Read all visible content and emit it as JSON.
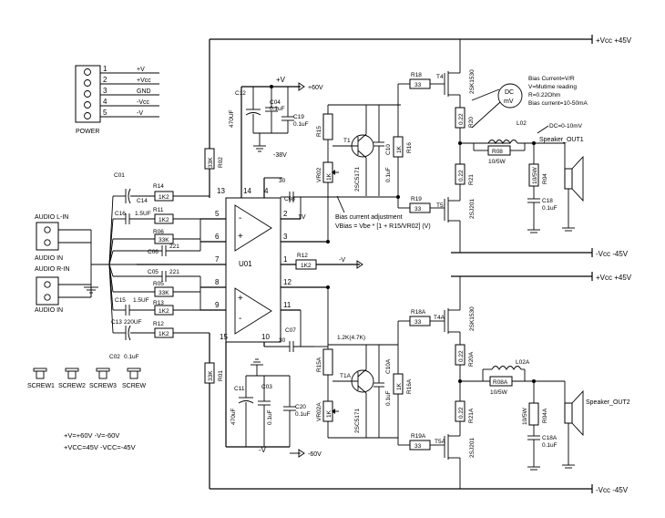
{
  "power_connector": {
    "title": "POWER",
    "pins": [
      {
        "num": "1",
        "label": "+V"
      },
      {
        "num": "2",
        "label": "+Vcc"
      },
      {
        "num": "3",
        "label": "GND"
      },
      {
        "num": "4",
        "label": "-Vcc"
      },
      {
        "num": "5",
        "label": "-V"
      }
    ]
  },
  "rails": {
    "vcc_pos_top": "+Vcc +45V",
    "vcc_neg_top": "-Vcc -45V",
    "vcc_pos_bot": "+Vcc +45V",
    "vcc_neg_bot": "-Vcc -45V",
    "v_pos": "+V",
    "v_pos_value": "+60V",
    "v_neg": "-V",
    "v_neg_value": "-60V",
    "v38": "-38V",
    "v12_in": "-V",
    "pin2_1v": "1V"
  },
  "inputs": {
    "audio_l_in": "AUDIO L-IN",
    "audio_in_1": "AUDIO IN",
    "audio_r_in": "AUDIO R-IN",
    "audio_in_2": "AUDIO IN"
  },
  "ic": {
    "ref": "U01",
    "pins": [
      "13",
      "14",
      "4",
      "5",
      "2",
      "6",
      "3",
      "7",
      "8",
      "12",
      "9",
      "11",
      "15",
      "10",
      "1"
    ],
    "minus": "-",
    "plus": "+"
  },
  "components_top": {
    "c01": "C01",
    "c14": "C14",
    "r14": "R14",
    "r14v": "1K2",
    "c16": "C16",
    "c16v": "1.5UF",
    "r11": "R11",
    "r11v": "1K2",
    "r06": "R06",
    "r06v": "33K",
    "c06": "C06",
    "c06v": "221",
    "c12": "C12",
    "c12v": "470UF",
    "c04": "C04",
    "c04v": "0.1uF",
    "c19": "C19",
    "c19v": "0.1uF",
    "r02": "R02",
    "r02v": "33K",
    "c08": "C08",
    "c08v": "30",
    "r15": "R15",
    "vr02": "VR02",
    "vr02v": "1K",
    "t1": "T1",
    "t1v": "2SC5171",
    "c10": "C10",
    "c10v": "0.1uF",
    "r16": "R16",
    "r16v": "1K",
    "r18": "R18",
    "r18v": "33",
    "t4": "T4",
    "t4v": "2SK1530",
    "r20": "R20",
    "r20v": "0.22",
    "r21": "R21",
    "r21v": "0.22",
    "r19": "R19",
    "r19v": "33",
    "t5": "T5",
    "t5v": "2SJ201",
    "l02": "L02",
    "r08": "R08",
    "r08v": "10/5W",
    "r04": "R04",
    "r04v": "10/5W",
    "c18": "C18",
    "c18v": "0.1uF",
    "spk": "Speaker_OUT1",
    "dc": "DC",
    "mv": "mV",
    "dc_note": "DC=0-10mV"
  },
  "components_bot": {
    "c05": "C05",
    "c05v": "221",
    "r05": "R05",
    "c15": "C15",
    "c15v": "1.5UF",
    "r13": "R13",
    "r13v": "1K2",
    "r05v": "33K",
    "c13": "C13",
    "c13v": "220UF",
    "r12": "R12",
    "r12v": "1K2",
    "c02": "C02",
    "c02v": "0.1uF",
    "r12b": "R12",
    "r12bv": "1K2",
    "r01": "R01",
    "r01v": "33K",
    "c11": "C11",
    "c11v": "470uF",
    "c03": "C03",
    "c03v": "0.1uF",
    "c20": "C20",
    "c20v": "0.1uF",
    "c07": "C07",
    "c07v": "30",
    "r15a": "R15A",
    "r15av": "1.2K(4.7K)",
    "vr02a": "VR02A",
    "vr02av": "1K",
    "t1a": "T1A",
    "t1av": "2SC5171",
    "c10a": "C10A",
    "c10av": "0.1uF",
    "r16a": "R16A",
    "r16av": "1K",
    "r18a": "R18A",
    "r18av": "33",
    "t4a": "T4A",
    "t4av": "2SK1530",
    "r20a": "R20A",
    "r20av": "0.22",
    "r21a": "R21A",
    "r21av": "0.22",
    "r19a": "R19A",
    "r19av": "33",
    "t5a": "T5A",
    "t5av": "2SJ201",
    "l02a": "L02A",
    "r08a": "R08A",
    "r08av": "10/5W",
    "r04a": "R04A",
    "r04av": "10/5W",
    "c18a": "C18A",
    "c18av": "0.1uF",
    "spk": "Speaker_OUT2"
  },
  "notes": {
    "bias_current": "Bias Current=V/R",
    "bias_v": "V=Mutime reading",
    "bias_r": "R=0.22Ohm",
    "bias_range": "Bias current=10-50mA",
    "bias_adj_1": "Bias current adjustment",
    "bias_adj_2": "VBias = Vbe * [1 + R15/VR02] (V)"
  },
  "screws": [
    "SCREW1",
    "SCREW2",
    "SCREW3",
    "SCREW"
  ],
  "supply_legend": {
    "line1": "+V=+60V   -V=-60V",
    "line2": "+VCC=45V   -VCC=-45V"
  }
}
